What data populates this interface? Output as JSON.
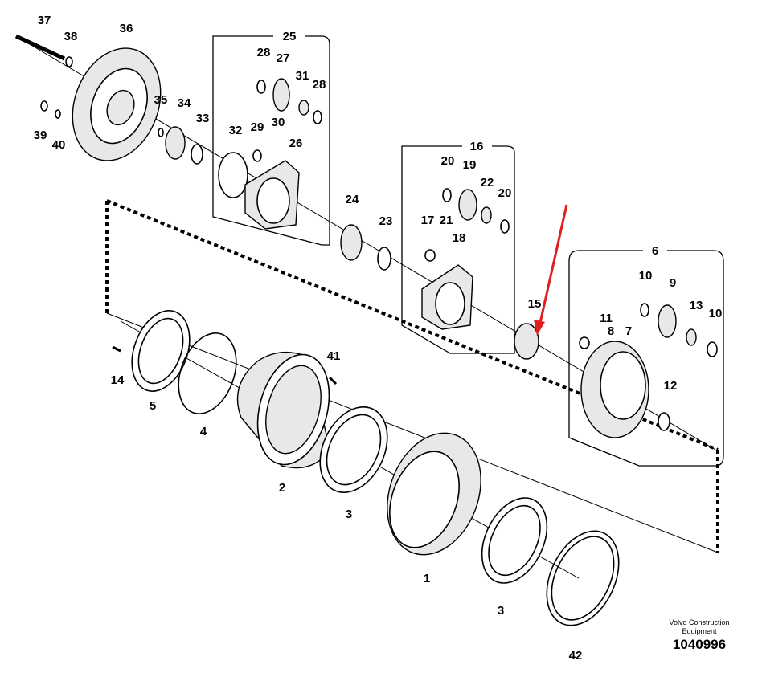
{
  "diagram": {
    "part_labels": [
      "37",
      "38",
      "36",
      "25",
      "28",
      "27",
      "31",
      "28",
      "35",
      "34",
      "33",
      "39",
      "40",
      "32",
      "29",
      "30",
      "26",
      "16",
      "20",
      "19",
      "22",
      "20",
      "24",
      "23",
      "17",
      "21",
      "18",
      "6",
      "10",
      "9",
      "13",
      "10",
      "15",
      "11",
      "8",
      "7",
      "41",
      "14",
      "12",
      "5",
      "4",
      "2",
      "3",
      "1",
      "3",
      "42"
    ],
    "highlight_arrow_color": "#e02020",
    "highlighted_part": "15"
  },
  "credit": {
    "company": "Volvo Construction Equipment",
    "document_number": "1040996"
  }
}
